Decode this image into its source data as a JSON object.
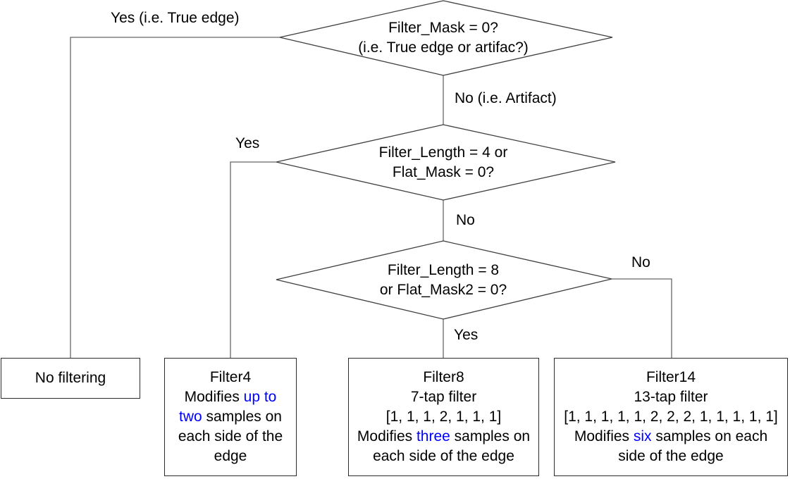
{
  "colors": {
    "highlight_blue": "#0000ff",
    "connector_gray": "#666666",
    "shape_outline": "#404040",
    "box_border": "#2b2b2b",
    "background": "#ffffff",
    "text_black": "#000000"
  },
  "decisions": [
    {
      "id": "filter-mask",
      "lines": [
        "Filter_Mask = 0?",
        "(i.e. True edge or artifac?)"
      ]
    },
    {
      "id": "filter-length-4",
      "lines": [
        "Filter_Length = 4 or",
        "Flat_Mask = 0?"
      ]
    },
    {
      "id": "filter-length-8",
      "lines": [
        "Filter_Length = 8",
        "or Flat_Mask2 = 0?"
      ]
    }
  ],
  "edge_labels": [
    {
      "id": "d1-yes",
      "text": "Yes (i.e. True edge)"
    },
    {
      "id": "d1-no",
      "text": "No (i.e. Artifact)"
    },
    {
      "id": "d2-yes",
      "text": "Yes"
    },
    {
      "id": "d2-no",
      "text": "No"
    },
    {
      "id": "d3-no",
      "text": "No"
    },
    {
      "id": "d3-yes",
      "text": "Yes"
    }
  ],
  "boxes": [
    {
      "name": "No filtering",
      "lines": [
        [
          {
            "text": "No filtering",
            "color": "black"
          }
        ]
      ]
    },
    {
      "name": "Filter4",
      "lines": [
        [
          {
            "text": "Filter4",
            "color": "black"
          }
        ],
        [
          {
            "text": "Modifies ",
            "color": "black"
          },
          {
            "text": "up to",
            "color": "blue"
          }
        ],
        [
          {
            "text": "two",
            "color": "blue"
          },
          {
            "text": " samples on",
            "color": "black"
          }
        ],
        [
          {
            "text": "each side of the",
            "color": "black"
          }
        ],
        [
          {
            "text": "edge",
            "color": "black"
          }
        ]
      ]
    },
    {
      "name": "Filter8",
      "lines": [
        [
          {
            "text": "Filter8",
            "color": "black"
          }
        ],
        [
          {
            "text": "7-tap filter",
            "color": "black"
          }
        ],
        [
          {
            "text": "[1, 1, 1, 2, 1, 1, 1]",
            "color": "black"
          }
        ],
        [
          {
            "text": "Modifies ",
            "color": "black"
          },
          {
            "text": "three",
            "color": "blue"
          },
          {
            "text": " samples on",
            "color": "black"
          }
        ],
        [
          {
            "text": "each side of the edge",
            "color": "black"
          }
        ]
      ]
    },
    {
      "name": "Filter14",
      "lines": [
        [
          {
            "text": "Filter14",
            "color": "black"
          }
        ],
        [
          {
            "text": "13-tap filter",
            "color": "black"
          }
        ],
        [
          {
            "text": "[1, 1, 1, 1, 1, 2, 2, 2, 1, 1, 1, 1, 1]",
            "color": "black"
          }
        ],
        [
          {
            "text": "Modifies ",
            "color": "black"
          },
          {
            "text": "six",
            "color": "blue"
          },
          {
            "text": " samples on each",
            "color": "black"
          }
        ],
        [
          {
            "text": "side of the edge",
            "color": "black"
          }
        ]
      ]
    }
  ]
}
